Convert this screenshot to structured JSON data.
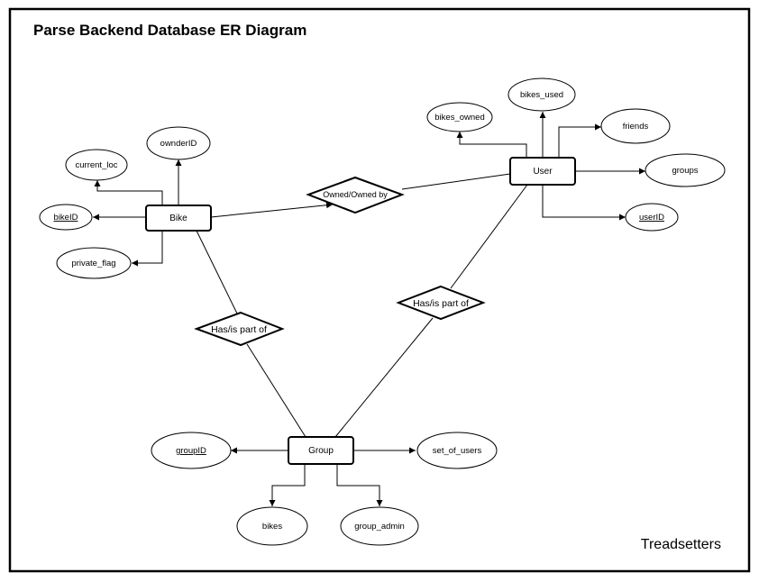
{
  "title": "Parse Backend Database ER Diagram",
  "footer": "Treadsetters",
  "entities": {
    "bike": "Bike",
    "user": "User",
    "group": "Group"
  },
  "relationships": {
    "owned": "Owned/Owned by",
    "bike_group": "Has/is part of",
    "user_group": "Has/is part of"
  },
  "attributes": {
    "bike": {
      "owner_id": "ownderID",
      "current_loc": "current_loc",
      "bike_id": "bikeID",
      "private_flag": "private_flag"
    },
    "user": {
      "bikes_used": "bikes_used",
      "bikes_owned": "bikes_owned",
      "friends": "friends",
      "groups": "groups",
      "user_id": "userID"
    },
    "group": {
      "group_id": "groupID",
      "set_of_users": "set_of_users",
      "bikes": "bikes",
      "group_admin": "group_admin"
    }
  }
}
